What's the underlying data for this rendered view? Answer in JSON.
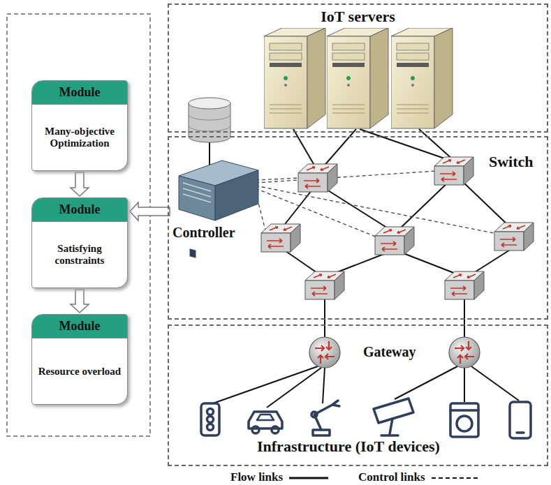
{
  "diagram": {
    "nodes": [
      {
        "text": [
          "Module",
          "Many-objective Optimization"
        ]
      },
      {
        "text": [
          "Module",
          "Satisfying constraints"
        ]
      },
      {
        "text": [
          "Module",
          "Resource overload"
        ]
      },
      {
        "text": [
          "IoT servers"
        ]
      },
      {
        "text": [
          "Switch"
        ]
      },
      {
        "text": [
          "Controller"
        ],
        "in": 4
      },
      {
        "text": [
          "Infrastructure (IoT devices)"
        ]
      }
    ],
    "edges": [
      {
        "from": 0,
        "to": 1,
        "arrow": "to"
      },
      {
        "from": 1,
        "to": 2,
        "arrow": "to"
      },
      {
        "from": 5,
        "to": 1,
        "arrow": "to"
      }
    ],
    "labels": [
      "Gateway"
    ],
    "legend": [
      {
        "text": "Flow links"
      },
      {
        "text": "Control links"
      }
    ]
  }
}
